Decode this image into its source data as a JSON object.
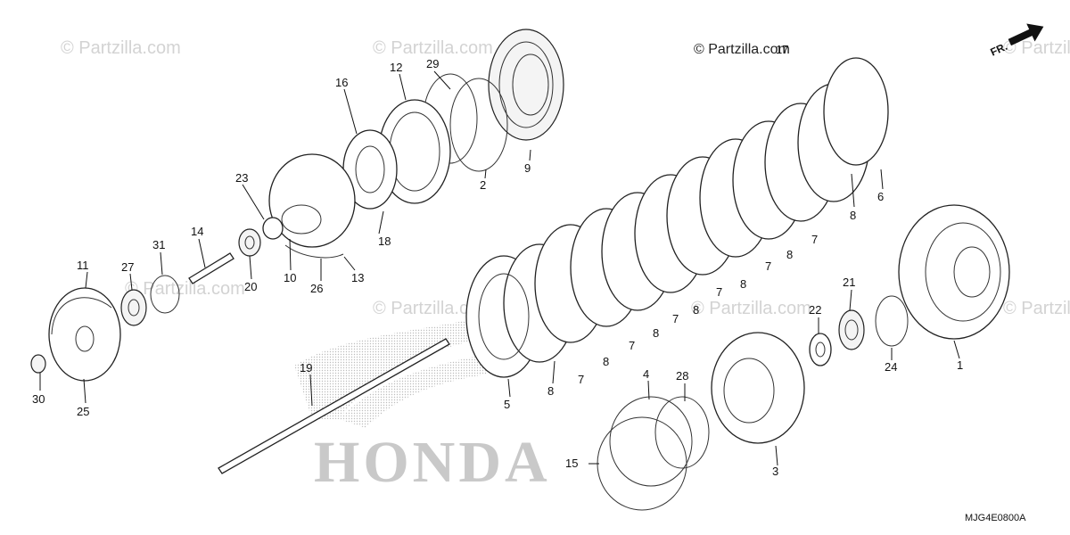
{
  "watermark": "© Partzilla.com",
  "copyright": "© Partzilla.com",
  "brand_text": "HONDA",
  "direction_label": "FR.",
  "diagram_code": "MJG4E0800A",
  "part_numbers": {
    "p1": "1",
    "p2": "2",
    "p3": "3",
    "p4": "4",
    "p5": "5",
    "p6": "6",
    "p9": "9",
    "p10": "10",
    "p11": "11",
    "p12": "12",
    "p13": "13",
    "p14": "14",
    "p15": "15",
    "p16": "16",
    "p17": "17",
    "p18": "18",
    "p19": "19",
    "p20": "20",
    "p21": "21",
    "p22": "22",
    "p23": "23",
    "p24": "24",
    "p25": "25",
    "p26": "26",
    "p27": "27",
    "p28": "28",
    "p29": "29",
    "p30": "30",
    "p31": "31",
    "plate7": "7",
    "plate8": "8"
  },
  "icons": {
    "direction_arrow": "right-arrow-icon"
  }
}
